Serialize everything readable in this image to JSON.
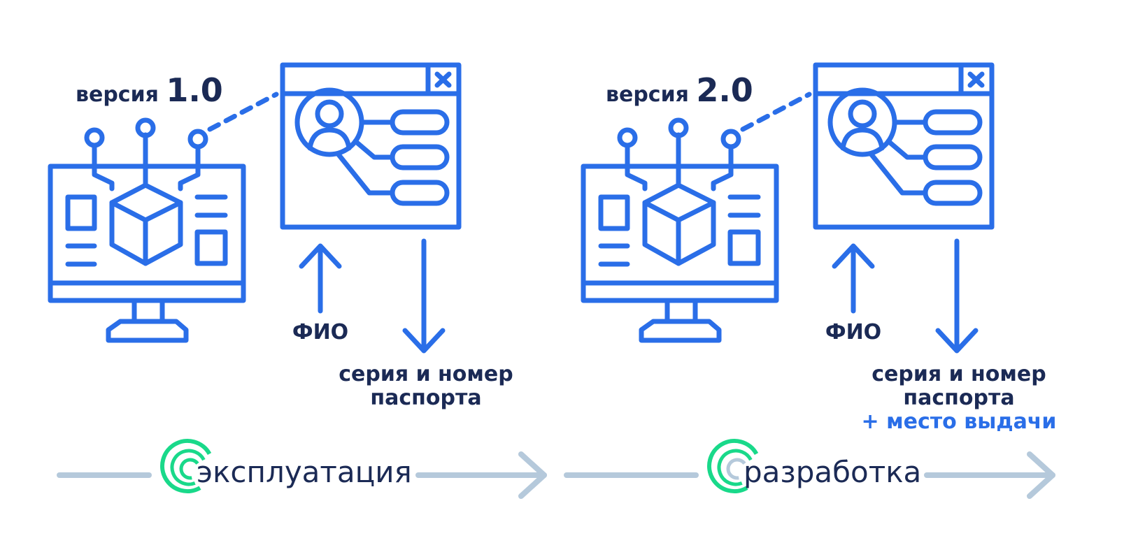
{
  "left": {
    "version_word": "версия",
    "version_num": "1.0",
    "input_label": "ФИО",
    "output_line1": "серия и номер",
    "output_line2": "паспорта"
  },
  "right": {
    "version_word": "версия",
    "version_num": "2.0",
    "input_label": "ФИО",
    "output_line1": "серия и номер",
    "output_line2": "паспорта",
    "output_extra": "+ место выдачи"
  },
  "timeline": {
    "stage1": "эксплуатация",
    "stage2": "разработка"
  },
  "colors": {
    "accent": "#2a6ee8",
    "text": "#1b2a55",
    "track": "#b5c9db",
    "logo_green": "#19d98a"
  },
  "icons": [
    "monitor-icon",
    "cube-icon",
    "window-icon",
    "user-icon",
    "close-icon",
    "arrow-up-icon",
    "arrow-down-icon",
    "logo-icon"
  ]
}
